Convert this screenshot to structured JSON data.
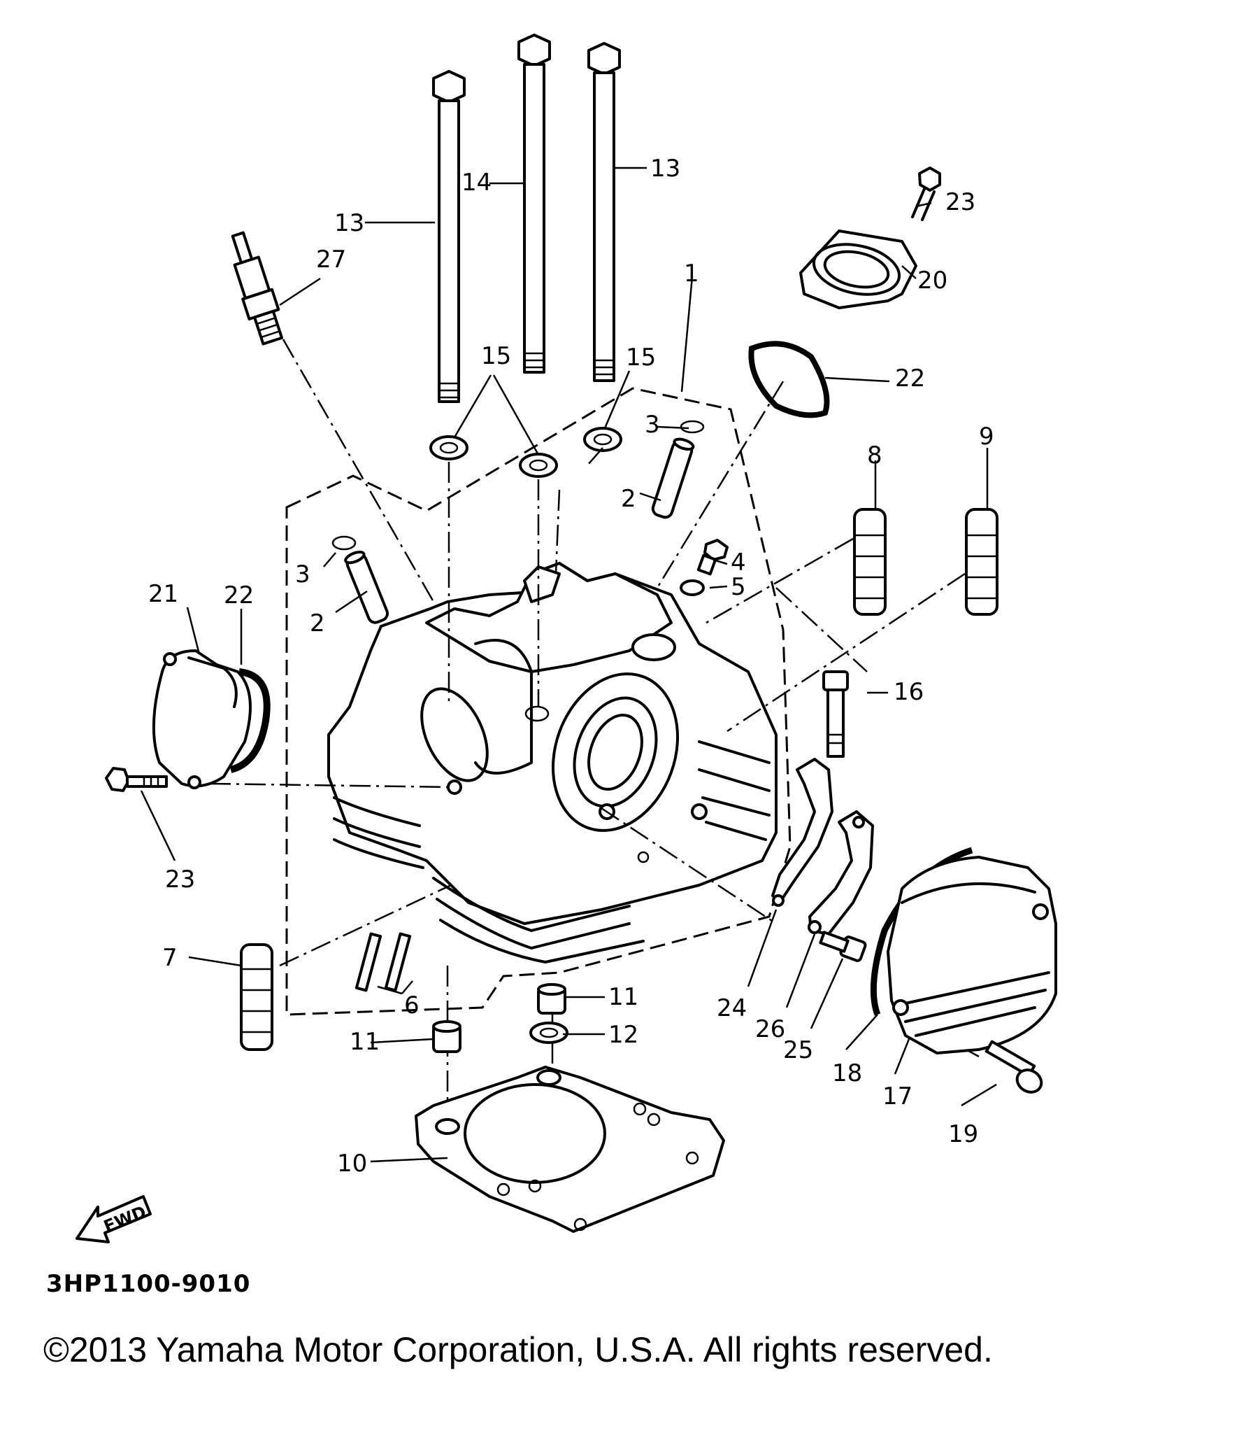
{
  "diagram": {
    "callouts": {
      "c1": "1",
      "c2a": "2",
      "c2b": "2",
      "c3a": "3",
      "c3b": "3",
      "c4": "4",
      "c5": "5",
      "c6": "6",
      "c7": "7",
      "c8": "8",
      "c9": "9",
      "c10": "10",
      "c11a": "11",
      "c11b": "11",
      "c12": "12",
      "c13a": "13",
      "c13b": "13",
      "c14": "14",
      "c15a": "15",
      "c15b": "15",
      "c16": "16",
      "c17": "17",
      "c18": "18",
      "c19": "19",
      "c20": "20",
      "c21": "21",
      "c22a": "22",
      "c22b": "22",
      "c23a": "23",
      "c23b": "23",
      "c24": "24",
      "c25": "25",
      "c26": "26",
      "c27": "27"
    },
    "fwd_label": "FWD",
    "drawing_code": "3HP1100-9010"
  },
  "footer": {
    "copyright": "©2013 Yamaha Motor Corporation, U.S.A. All rights reserved."
  }
}
